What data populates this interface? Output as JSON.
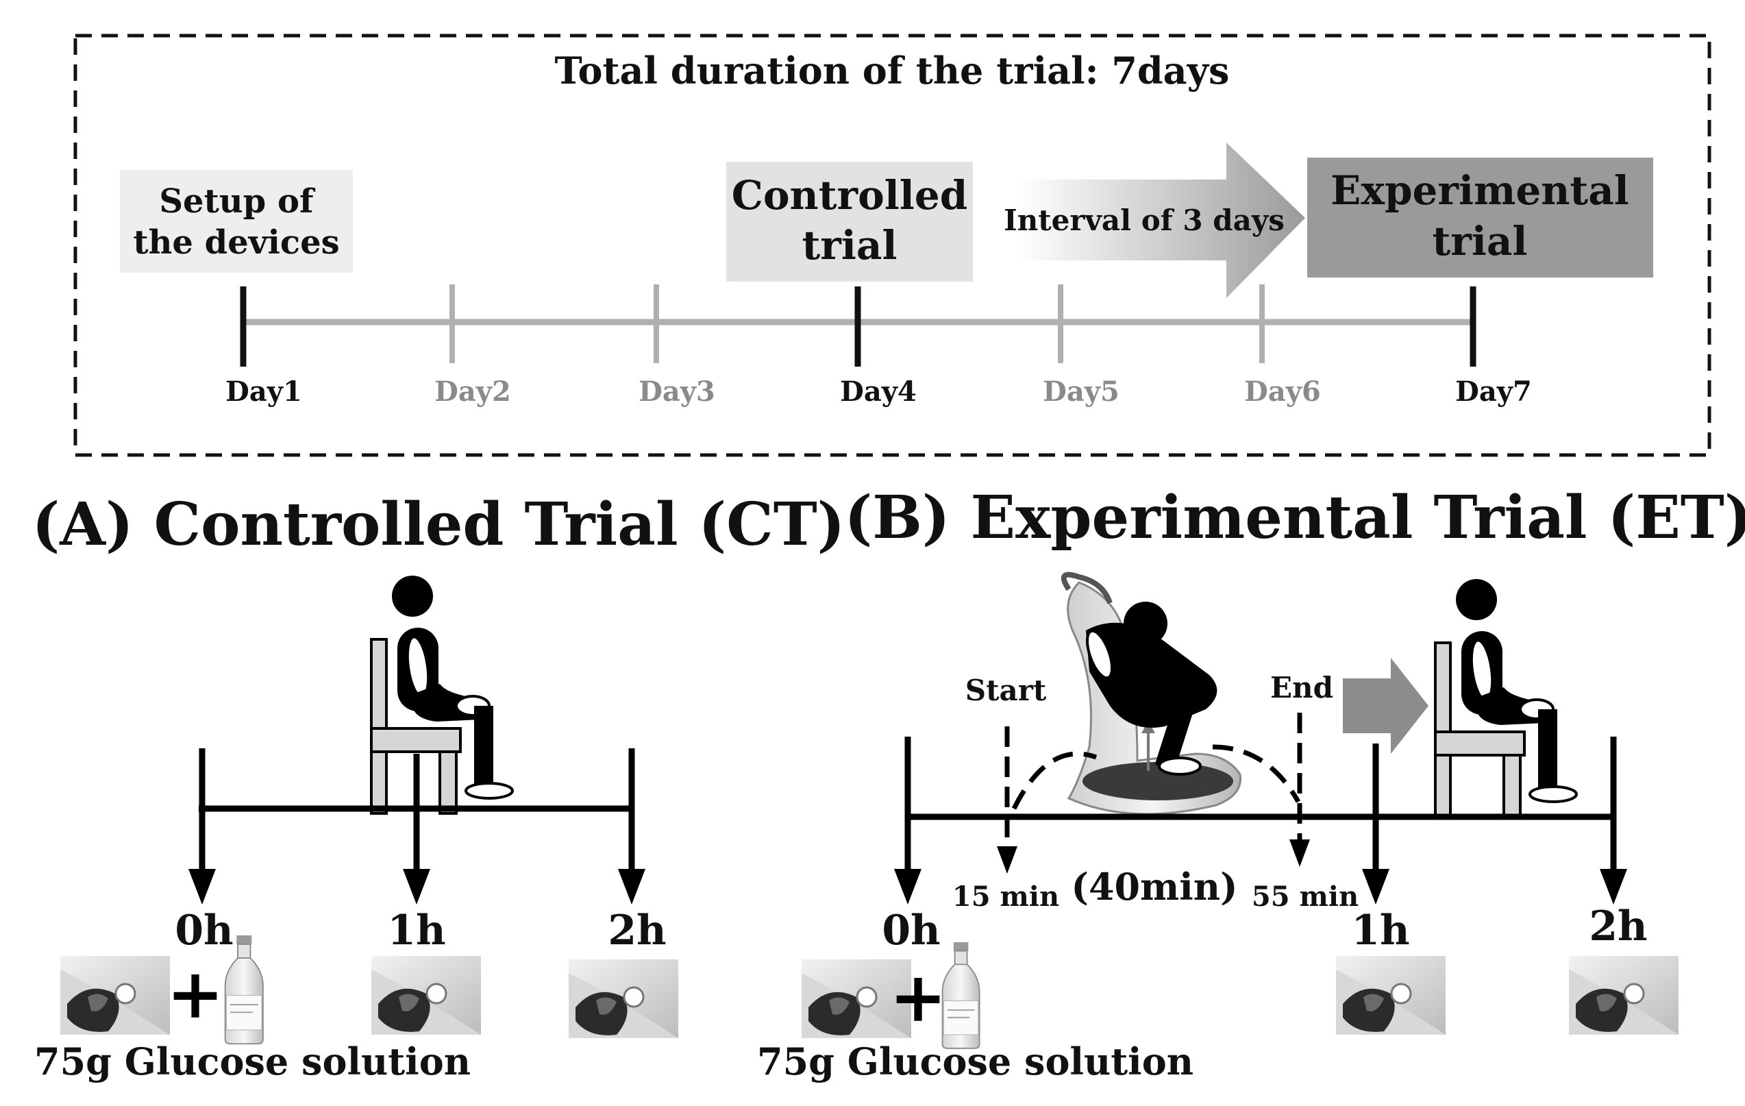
{
  "timeline": {
    "title": "Total duration of the trial: 7days",
    "setup_label_line1": "Setup of",
    "setup_label_line2": "the devices",
    "controlled_line1": "Controlled",
    "controlled_line2": "trial",
    "interval_label": "Interval of 3 days",
    "experimental_line1": "Experimental",
    "experimental_line2": "trial",
    "days": [
      {
        "label": "Day1",
        "highlight": true
      },
      {
        "label": "Day2",
        "highlight": false
      },
      {
        "label": "Day3",
        "highlight": false
      },
      {
        "label": "Day4",
        "highlight": true
      },
      {
        "label": "Day5",
        "highlight": false
      },
      {
        "label": "Day6",
        "highlight": false
      },
      {
        "label": "Day7",
        "highlight": true
      }
    ]
  },
  "panel_a": {
    "title": "(A) Controlled Trial (CT)",
    "t0": "0h",
    "t1": "1h",
    "t2": "2h",
    "glucose": "75g Glucose solution"
  },
  "panel_b": {
    "title": "(B) Experimental Trial (ET)",
    "start": "Start",
    "end": "End",
    "start_time": "15 min",
    "duration": "(40min)",
    "end_time": "55 min",
    "t0": "0h",
    "t1": "1h",
    "t2": "2h",
    "glucose": "75g Glucose solution"
  },
  "colors": {
    "dark": "#111111",
    "grey_axis": "#b0b0b0",
    "grey_text": "#8a8a8a",
    "box_light": "#eeeeee",
    "box_mid": "#e2e2e2",
    "box_dark": "#9a9a9a"
  }
}
